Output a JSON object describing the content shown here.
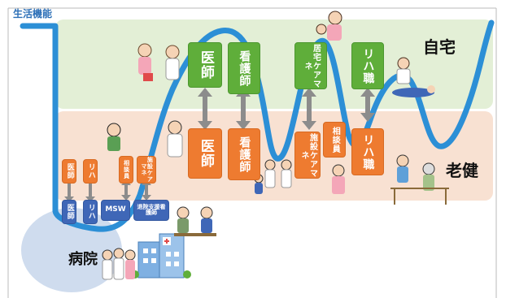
{
  "labels": {
    "axis": "生活機能",
    "home": "自宅",
    "rouken": "老健",
    "hospital": "病院"
  },
  "home_boxes": [
    {
      "text": "医師"
    },
    {
      "text": "看護師"
    },
    {
      "text": "居宅ケアマネ"
    },
    {
      "text": "リハ職"
    }
  ],
  "rouken_boxes": [
    {
      "text": "医師"
    },
    {
      "text": "看護師"
    },
    {
      "text": "施設ケアマネ"
    },
    {
      "text": "相談員"
    },
    {
      "text": "リハ職"
    }
  ],
  "hospital_boxes": {
    "doctor": "医師",
    "rehab": "リハ",
    "msw": "MSW",
    "discharge_nurse": "退院支援看護師"
  },
  "rouken_small_boxes": {
    "counselor": "相談員",
    "care_manager": "施設ケアマネ",
    "doctor": "医師",
    "rehab": "リハ"
  },
  "colors": {
    "home_band": "#e3efd6",
    "rouken_band": "#f8e1d2",
    "hospital_blob": "#cfdcee",
    "curve": "#2c8fd6",
    "green_box": "#5fae3a",
    "orange_box": "#ee7b30",
    "blue_box": "#3f67b7",
    "arrow": "#8c8c8c"
  }
}
